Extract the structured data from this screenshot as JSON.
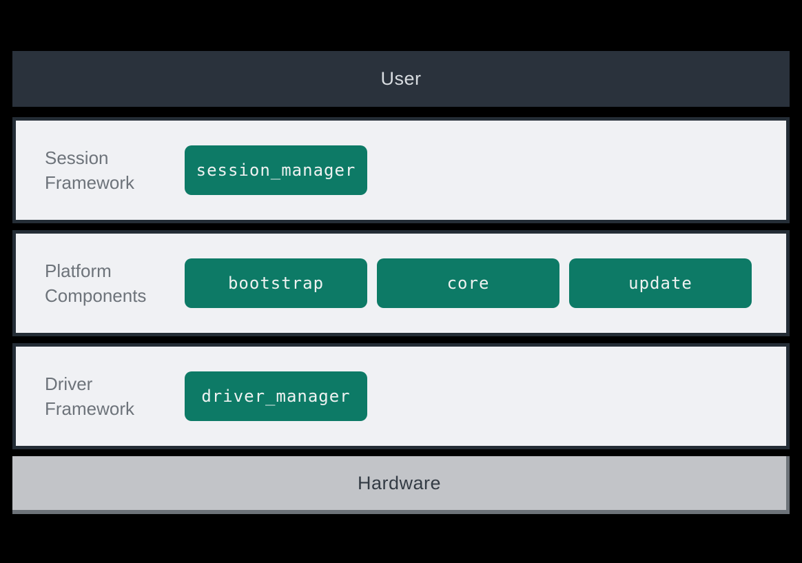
{
  "diagram": {
    "user_bar": {
      "label": "User"
    },
    "layers": [
      {
        "name": "Session Framework",
        "modules": [
          "session_manager"
        ]
      },
      {
        "name": "Platform Components",
        "modules": [
          "bootstrap",
          "core",
          "update"
        ]
      },
      {
        "name": "Driver Framework",
        "modules": [
          "driver_manager"
        ]
      }
    ],
    "hardware_bar": {
      "label": "Hardware"
    },
    "colors": {
      "background": "#000000",
      "user_bar_bg": "#2a323c",
      "user_bar_text": "#d9dde1",
      "row_bg": "#f0f1f4",
      "row_border": "#242d36",
      "label_text": "#6d737a",
      "module_bg": "#0d7a66",
      "module_text": "#eef2f1",
      "hardware_bg": "#c2c4c8",
      "hardware_text": "#333b44",
      "hardware_shadow": "#6d7379"
    }
  }
}
